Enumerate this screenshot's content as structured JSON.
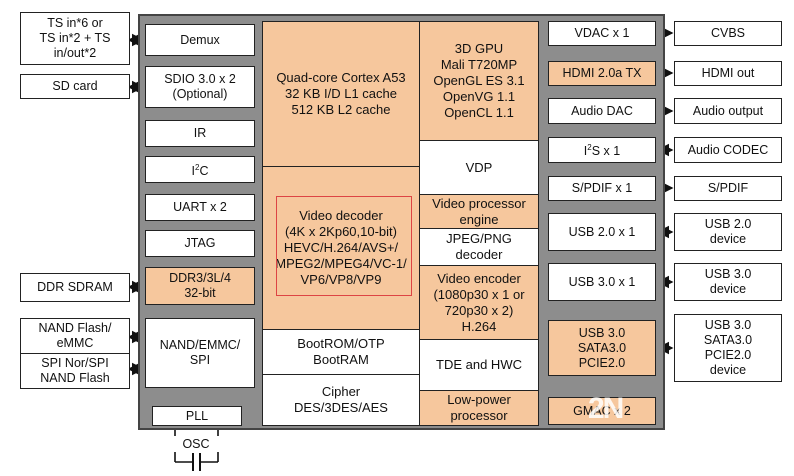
{
  "left_external": {
    "ts": "TS in*6 or\nTS in*2 + TS\nin/out*2",
    "sd_card": "SD card",
    "ddr_sdram": "DDR SDRAM",
    "nand_emmc": "NAND Flash/\neMMC",
    "spi_nor": "SPI Nor/SPI\nNAND Flash"
  },
  "left_column": {
    "demux": "Demux",
    "sdio": "SDIO 3.0 x 2\n(Optional)",
    "ir": "IR",
    "i2c_pre": "I",
    "i2c_sup": "2",
    "i2c_post": "C",
    "uart": "UART x 2",
    "jtag": "JTAG",
    "ddr": "DDR3/3L/4\n32-bit",
    "nand": "NAND/EMMC/\nSPI",
    "pll": "PLL",
    "osc": "OSC"
  },
  "center": {
    "cpu": "Quad-core Cortex A53\n32 KB I/D L1 cache\n512 KB L2 cache",
    "video_decoder": "Video decoder\n(4K x 2Kp60,10-bit)\nHEVC/H.264/AVS+/\nMPEG2/MPEG4/VC-1/\nVP6/VP8/VP9",
    "bootrom": "BootROM/OTP\nBootRAM",
    "cipher": "Cipher\nDES/3DES/AES",
    "gpu": "3D GPU\nMali T720MP\nOpenGL ES 3.1\nOpenVG 1.1\nOpenCL 1.1",
    "vdp": "VDP",
    "video_proc": "Video processor\nengine",
    "jpeg": "JPEG/PNG\ndecoder",
    "video_enc": "Video encoder\n(1080p30 x 1 or\n720p30 x 2)\nH.264",
    "tde": "TDE and HWC",
    "lowpower": "Low-power\nprocessor"
  },
  "right_column": {
    "vdac": "VDAC x 1",
    "hdmi_tx": "HDMI 2.0a TX",
    "audio_dac": "Audio DAC",
    "i2s_pre": "I",
    "i2s_sup": "2",
    "i2s_post": "S x 1",
    "spdif": "S/PDIF x 1",
    "usb2": "USB 2.0 x 1",
    "usb3": "USB 3.0 x 1",
    "combo": "USB 3.0\nSATA3.0\nPCIE2.0",
    "gmac": "GMAC x 2"
  },
  "right_external": {
    "cvbs": "CVBS",
    "hdmi_out": "HDMI out",
    "audio_out": "Audio output",
    "audio_codec": "Audio CODEC",
    "spdif": "S/PDIF",
    "usb2_dev": "USB 2.0\ndevice",
    "usb3_dev": "USB 3.0\ndevice",
    "combo_dev": "USB 3.0\nSATA3.0\nPCIE2.0\ndevice"
  },
  "watermark": "2N",
  "colors": {
    "chip_gray": "#8d8d8d",
    "orange": "#f6c79d",
    "white": "#ffffff",
    "line": "#222222"
  }
}
